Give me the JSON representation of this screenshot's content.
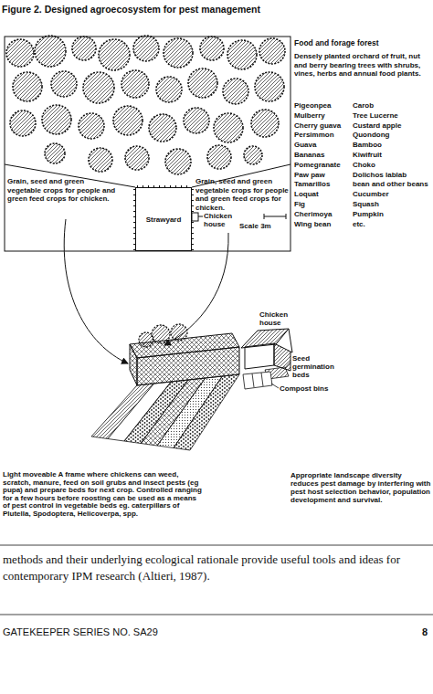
{
  "diagram": {
    "title": "Figure 2. Designed agroecosystem for pest management",
    "nodes": [
      {
        "text": [
          "Strawyard"
        ]
      }
    ],
    "labels": [
      "Food and forage forest",
      "Densely planted orchard of fruit, nut and berry bearing trees with shrubs, vines, herbs and annual food plants.",
      "Pigeonpea",
      "Mulberry",
      "Cherry guava",
      "Persimmon",
      "Guava",
      "Bananas",
      "Pomegranate",
      "Paw paw",
      "Tamarillos",
      "Loquat",
      "Fig",
      "Cherimoya",
      "Wing bean",
      "Carob",
      "Tree Lucerne",
      "Custard apple",
      "Quondong",
      "Bamboo",
      "Kiwifruit",
      "Choko",
      "Dolichos lablab",
      "bean and other beans",
      "Cucumber",
      "Squash",
      "Pumpkin",
      "etc.",
      "Grain, seed and green vegetable crops for people and green feed crops for chicken.",
      "Grain, seed and green vegetable crops for people and green feed crops for chicken.",
      "Chicken house",
      "Scale 3m",
      "Chicken house",
      "Seed germination beds",
      "Compost bins",
      "Light moveable A frame where chickens can weed, scratch, manure, feed on soil grubs and insect pests (eg pupa) and prepare beds for next crop. Controlled ranging for a few hours before roosting can be used as a means of pest control in vegetable beds eg. caterpillars of Plutella, Spodoptera, Helicoverpa, spp.",
      "Appropriate landscape diversity reduces pest damage by interfering with pest host selection behavior, population development and survival.",
      "methods and their underlying ecological rationale provide useful tools and ideas for contemporary IPM research (Altieri, 1987).",
      "GATEKEEPER SERIES NO. SA29",
      "8"
    ]
  }
}
